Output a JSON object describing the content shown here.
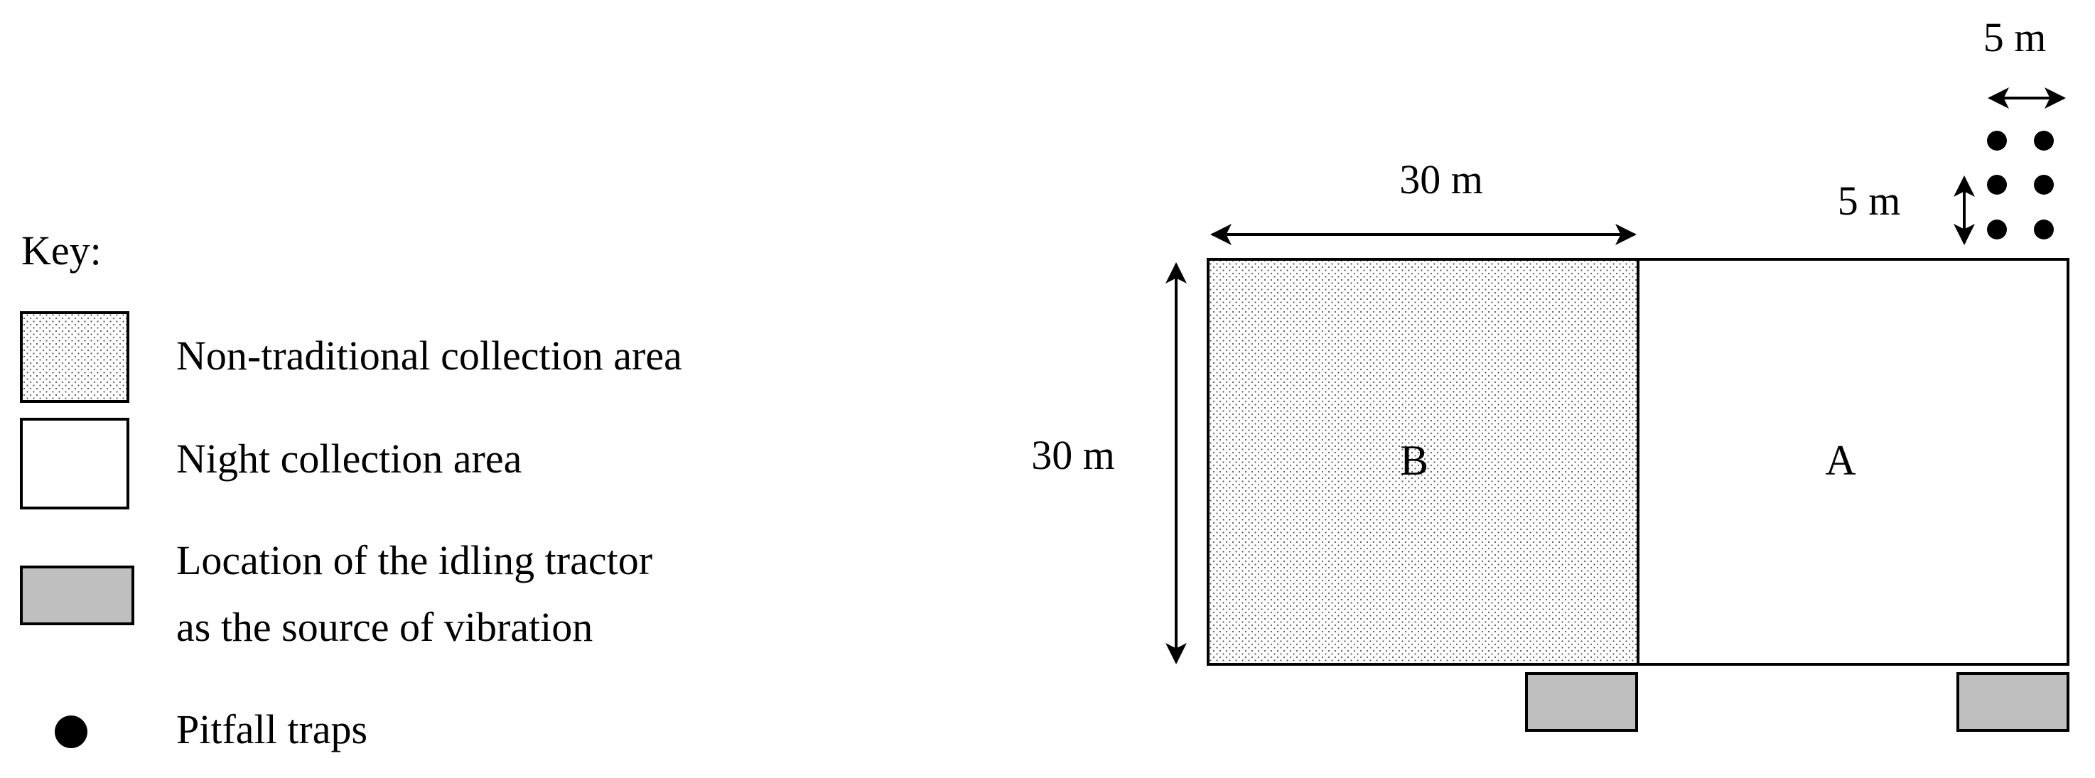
{
  "key": {
    "title": "Key:",
    "items": [
      {
        "label": "Non-traditional collection area"
      },
      {
        "label": "Night collection area"
      },
      {
        "label_line1": "Location of the idling tractor",
        "label_line2": "as the source of vibration"
      },
      {
        "label": "Pitfall traps"
      }
    ]
  },
  "diagram": {
    "area_b_label": "B",
    "area_a_label": "A",
    "width_label": "30 m",
    "height_label": "30 m",
    "trap_spacing_h_label": "5 m",
    "trap_spacing_v_label": "5 m"
  },
  "colors": {
    "stroke": "#000000",
    "tractor_fill": "#bfbfbf",
    "stipple": "#555555"
  }
}
